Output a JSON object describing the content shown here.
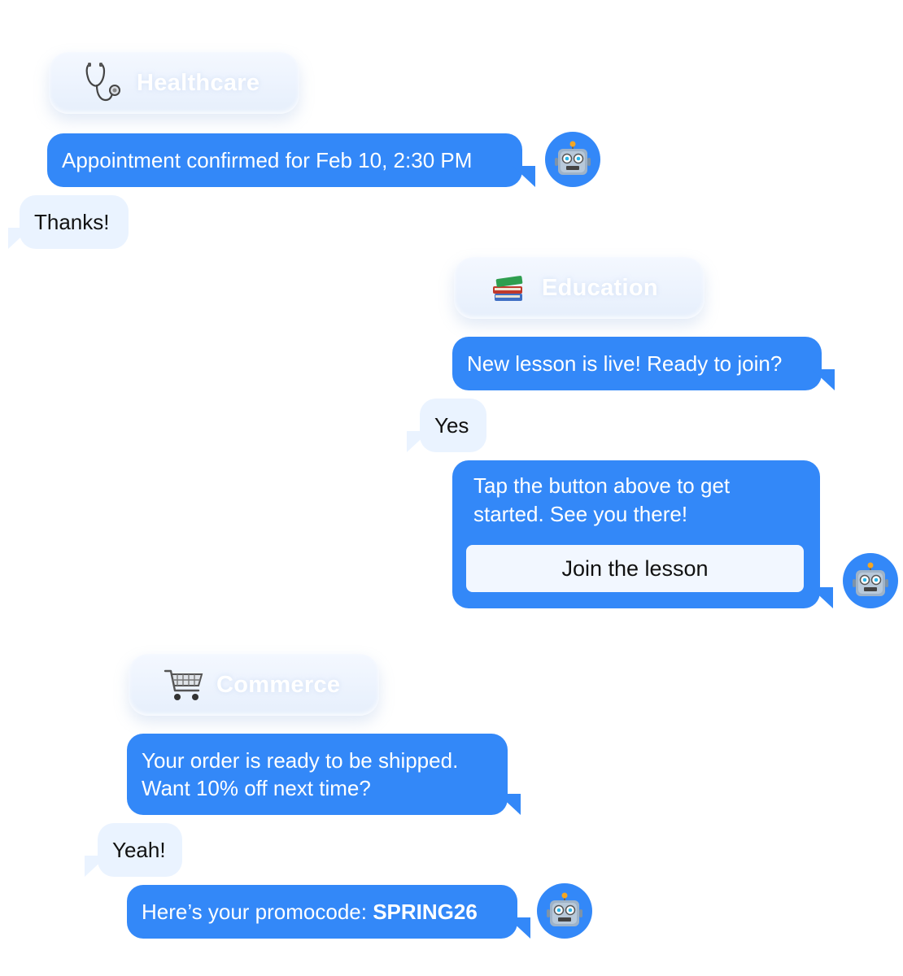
{
  "sections": {
    "healthcare": {
      "category": "Healthcare",
      "icon": "stethoscope-icon",
      "bot_message": "Appointment confirmed for Feb 10, 2:30 PM",
      "user_reply": "Thanks!"
    },
    "education": {
      "category": "Education",
      "icon": "books-icon",
      "bot_message": "New lesson is live! Ready to join?",
      "user_reply": "Yes",
      "bot_message_2": "Tap the button above to get started. See you there!",
      "button_label": "Join the lesson"
    },
    "commerce": {
      "category": "Commerce",
      "icon": "shopping-cart-icon",
      "bot_message": "Your order is ready to be shipped. Want 10% off next time?",
      "user_reply": "Yeah!",
      "promo_prefix": "Here’s your promocode: ",
      "promo_code": "SPRING26"
    }
  },
  "avatar": {
    "icon": "robot-icon"
  },
  "colors": {
    "bot_bubble": "#3388f8",
    "user_bubble": "#eaf3ff",
    "pill_bg": "#eef4fd",
    "button_bg": "#f2f7ff"
  }
}
